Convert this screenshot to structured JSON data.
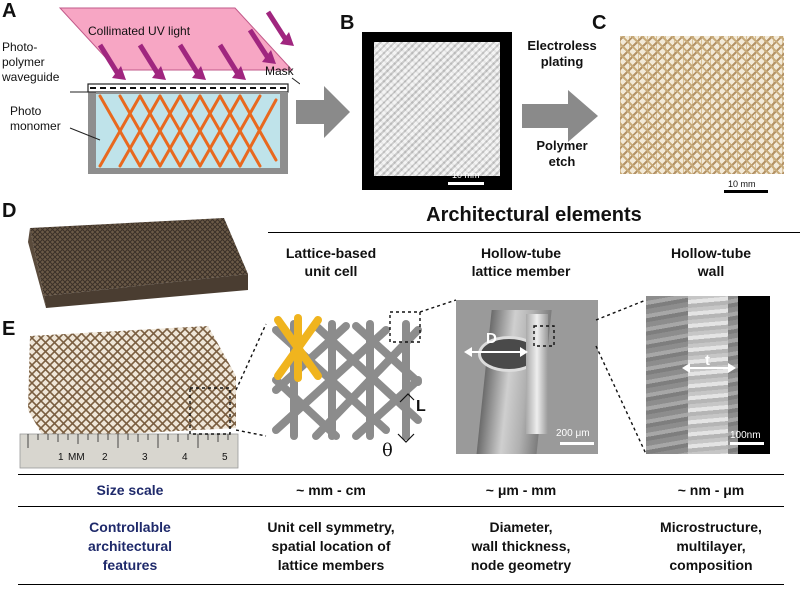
{
  "panels": {
    "a": "A",
    "b": "B",
    "c": "C",
    "d": "D",
    "e": "E"
  },
  "panel_a": {
    "uv_light": "Collimated UV light",
    "waveguide": "Photo-\npolymer\nwaveguide",
    "mask": "Mask",
    "monomer": "Photo\nmonomer"
  },
  "process": {
    "electroless": "Electroless\nplating",
    "etch": "Polymer\netch"
  },
  "scale_b": "10 mm",
  "scale_c": "10 mm",
  "section_title": "Architectural elements",
  "columns": {
    "unit_cell": "Lattice-based\nunit cell",
    "lattice_member": "Hollow-tube\nlattice member",
    "tube_wall": "Hollow-tube\nwall"
  },
  "annotations": {
    "L": "L",
    "theta": "θ",
    "D": "D",
    "t": "t",
    "scale_member": "200 μm",
    "scale_wall": "100nm"
  },
  "ruler": {
    "mm": "MM",
    "n1": "1",
    "n2": "2",
    "n3": "3",
    "n4": "4",
    "n5": "5"
  },
  "table": {
    "row1_label": "Size scale",
    "row1_c1": "~ mm - cm",
    "row1_c2": "~ μm - mm",
    "row1_c3": "~ nm - μm",
    "row2_label": "Controllable\narchitectural\nfeatures",
    "row2_c1": "Unit cell symmetry,\nspatial location of\nlattice members",
    "row2_c2": "Diameter,\nwall thickness,\nnode geometry",
    "row2_c3": "Microstructure,\nmultilayer,\ncomposition"
  },
  "colors": {
    "uv_pink": "#f7a6c4",
    "uv_arrow": "#a0267f",
    "monomer_blue": "#bfe3ea",
    "waveguide_orange": "#e8691f",
    "unit_highlight": "#f0b41e",
    "lattice_gray": "#8c8c8c",
    "navy": "#1f2a6b"
  }
}
